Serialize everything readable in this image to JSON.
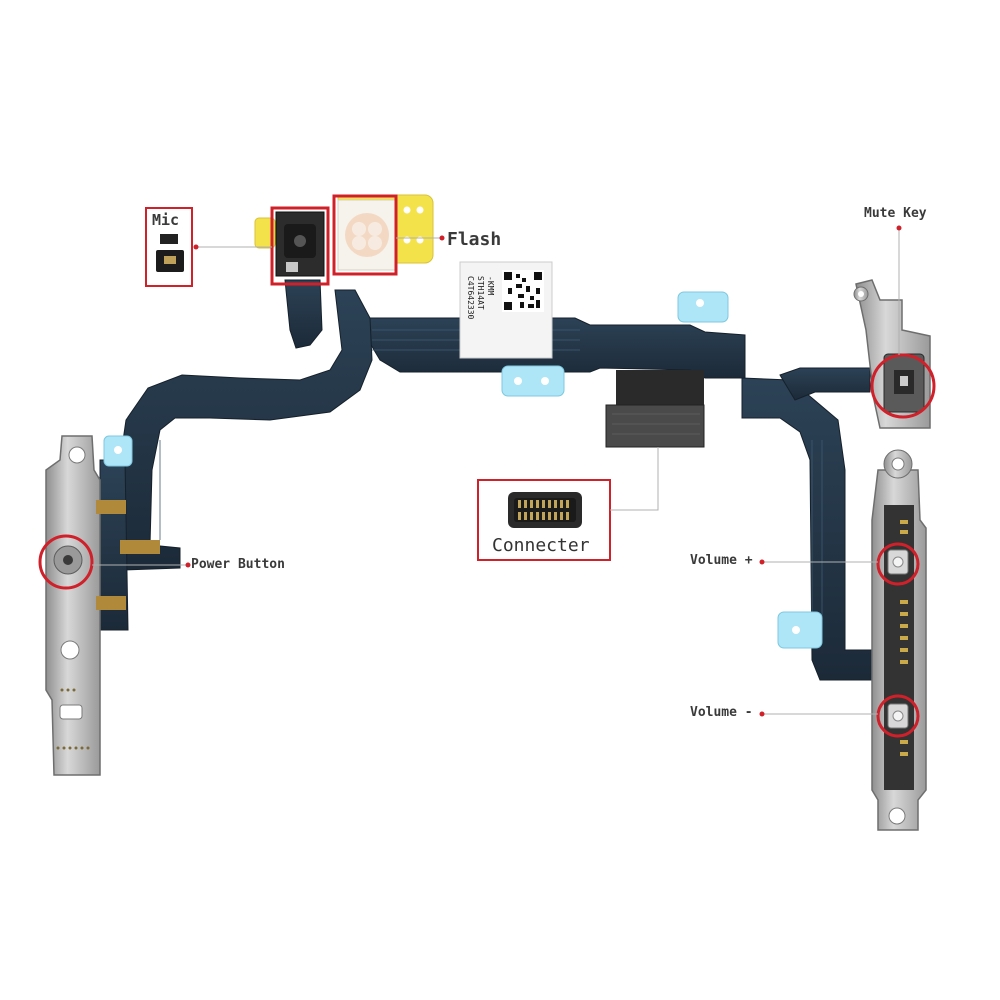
{
  "callouts": {
    "mic": "Mic",
    "flash": "Flash",
    "mute_key": "Mute Key",
    "power_button": "Power Button",
    "connector": "Connecter",
    "volume_up": "Volume +",
    "volume_down": "Volume -"
  },
  "flex_sticker": {
    "line1": "C4T642330",
    "line2": "STH14AT",
    "line3": "-KMM"
  },
  "colors": {
    "flex_cable": "#243447",
    "callout_red": "#d0202a",
    "metal": "#b8b8b8",
    "adhesive_yellow": "#f4e24a",
    "adhesive_blue": "#aee6f7",
    "copper": "#b08a3a"
  }
}
